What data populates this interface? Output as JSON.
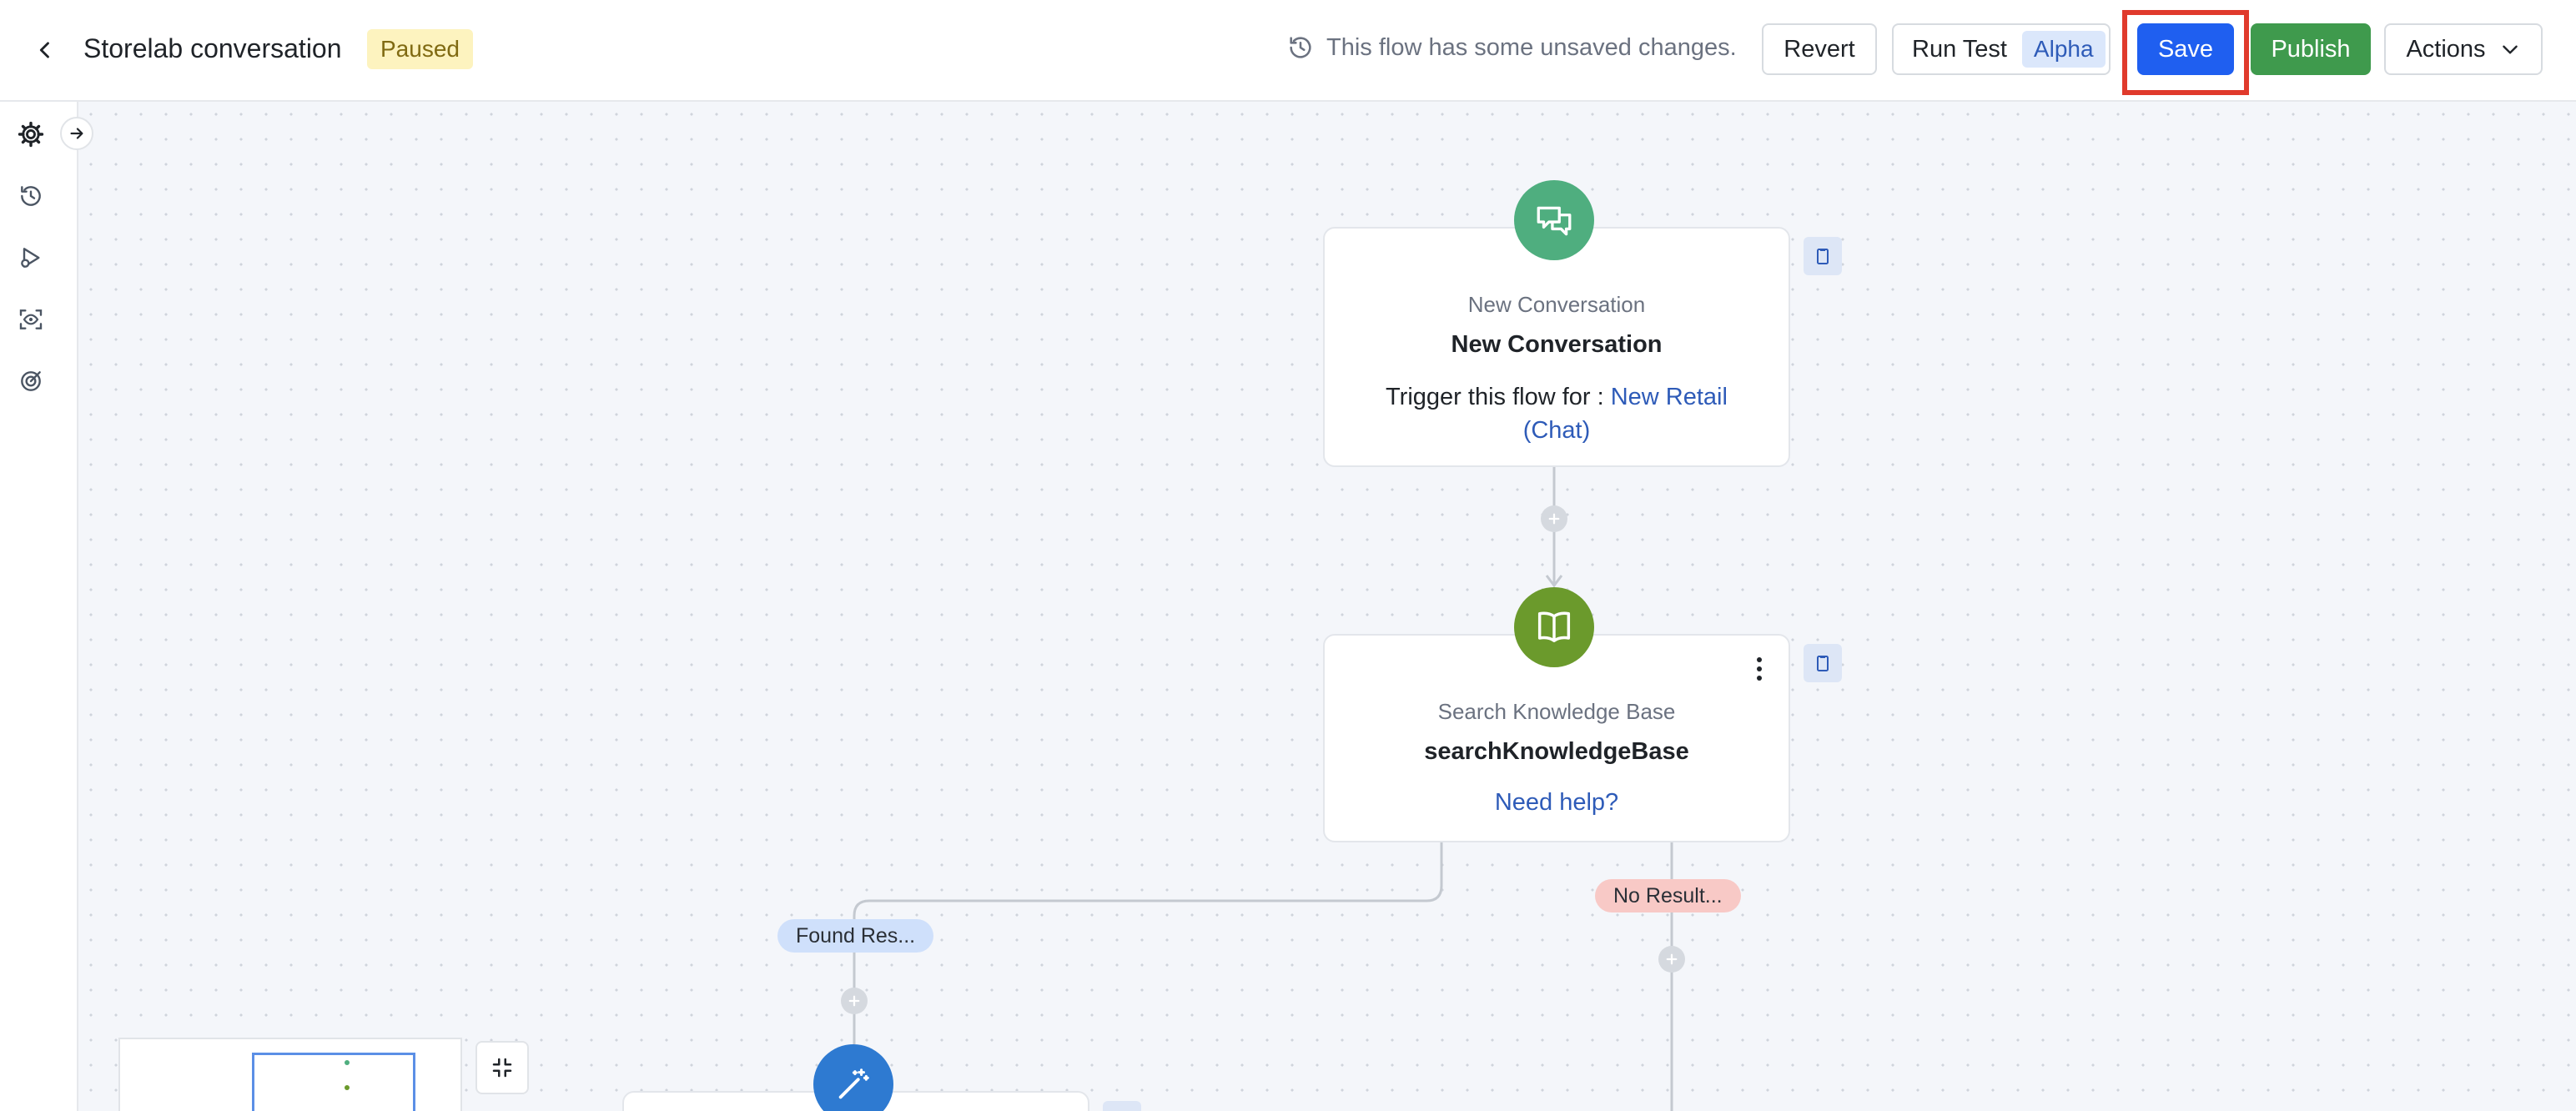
{
  "header": {
    "title": "Storelab conversation",
    "status": "Paused",
    "unsaved_message": "This flow has some unsaved changes.",
    "revert_label": "Revert",
    "run_test_label": "Run Test",
    "alpha_label": "Alpha",
    "save_label": "Save",
    "publish_label": "Publish",
    "actions_label": "Actions"
  },
  "sidebar": {
    "icons": [
      "gear-icon",
      "history-icon",
      "run-flow-icon",
      "preview-icon",
      "target-icon"
    ]
  },
  "nodes": {
    "trigger": {
      "type": "New Conversation",
      "name": "New Conversation",
      "trigger_prefix": "Trigger this flow for :",
      "trigger_link": "New Retail (Chat)"
    },
    "search": {
      "type": "Search Knowledge Base",
      "name": "searchKnowledgeBase",
      "help_link": "Need help?"
    }
  },
  "branches": {
    "found": "Found Res...",
    "no_result": "No Result..."
  },
  "colors": {
    "save": "#1f5ff0",
    "publish": "#3f9a4d",
    "trigger_node": "#4fae7f",
    "kb_node": "#6b9a2c",
    "ai_node": "#2e7ad1",
    "highlight": "#e03a2c"
  }
}
